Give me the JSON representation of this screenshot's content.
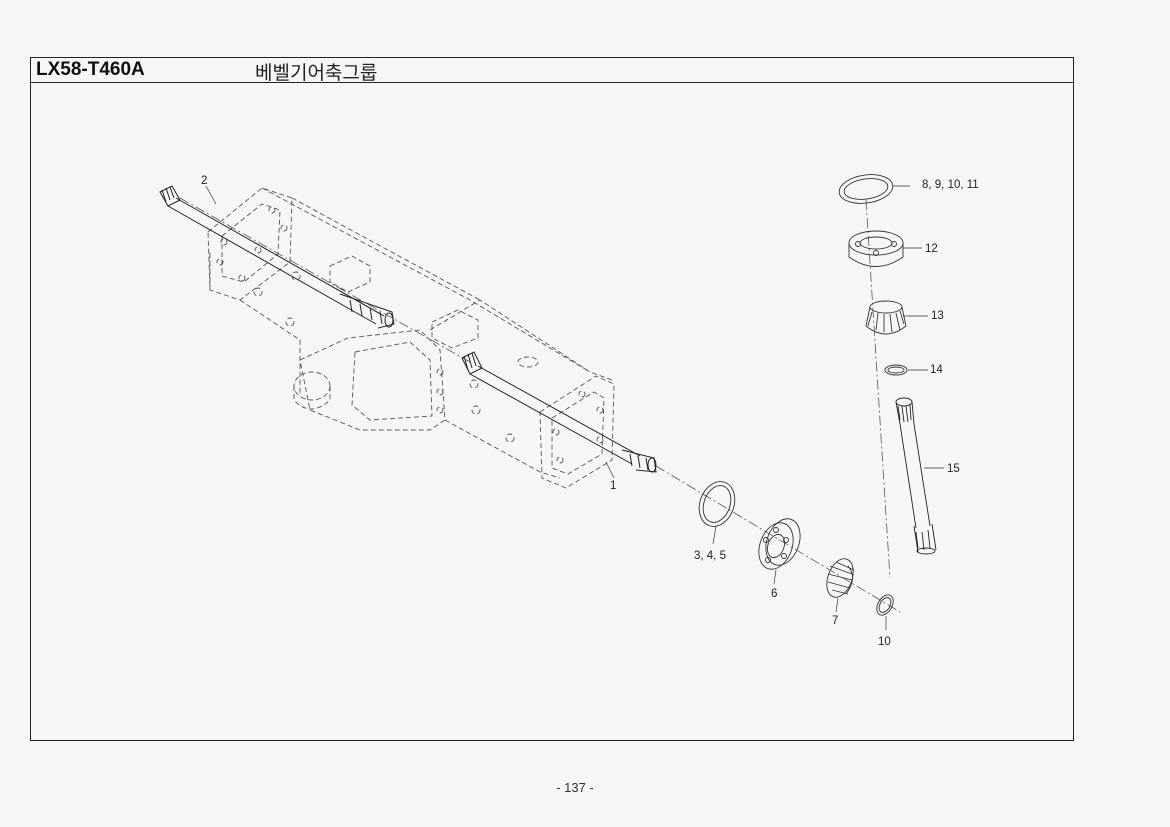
{
  "header": {
    "model_code": "LX58-T460A",
    "title": "베벨기어축그룹"
  },
  "page": {
    "number_text": "- 137 -"
  },
  "callouts": {
    "c1": "1",
    "c2": "2",
    "c3": "3, 4, 5",
    "c6": "6",
    "c7": "7",
    "c10": "10",
    "c8": "8, 9, 10, 11",
    "c12": "12",
    "c13": "13",
    "c14": "14",
    "c15": "15"
  }
}
